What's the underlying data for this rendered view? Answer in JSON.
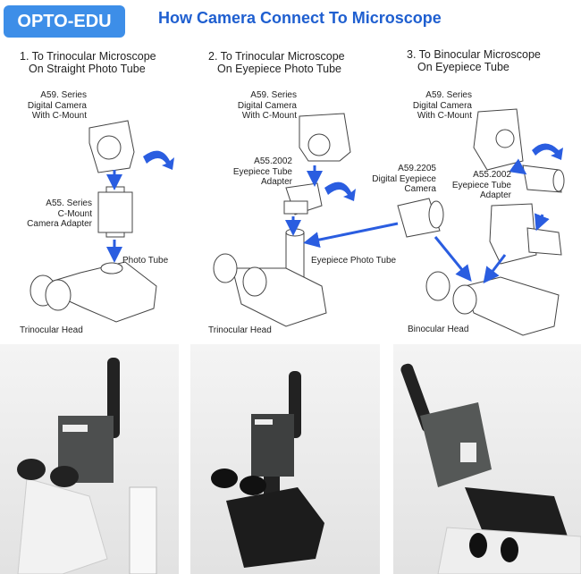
{
  "header": {
    "logo": "OPTO-EDU",
    "title": "How Camera Connect To Microscope"
  },
  "steps": [
    {
      "line1": "1. To Trinocular Microscope",
      "line2": "On Straight Photo Tube"
    },
    {
      "line1": "2. To Trinocular Microscope",
      "line2": "On Eyepiece Photo Tube"
    },
    {
      "line1": "3. To Binocular Microscope",
      "line2": "On Eyepiece Tube"
    }
  ],
  "labels": {
    "cam1": [
      "A59. Series",
      "Digital Camera",
      "With C-Mount"
    ],
    "cam2": [
      "A59. Series",
      "Digital Camera",
      "With C-Mount"
    ],
    "cam3": [
      "A59. Series",
      "Digital Camera",
      "With C-Mount"
    ],
    "adapter1": [
      "A55. Series",
      "C-Mount",
      "Camera Adapter"
    ],
    "adapter2": [
      "A55.2002",
      "Eyepiece Tube",
      "Adapter"
    ],
    "adapter3": [
      "A55.2002",
      "Eyepiece Tube",
      "Adapter"
    ],
    "eyecam": [
      "A59.2205",
      "Digital Eyepiece",
      "Camera"
    ],
    "photo_tube": "Photo Tube",
    "eyepiece_photo_tube": "Eyepiece Photo Tube",
    "head1": "Trinocular Head",
    "head2": "Trinocular Head",
    "head3": "Binocular  Head"
  },
  "colors": {
    "brand": "#3d8ee8",
    "title": "#1f5fd0",
    "arrow": "#2a5de0"
  }
}
